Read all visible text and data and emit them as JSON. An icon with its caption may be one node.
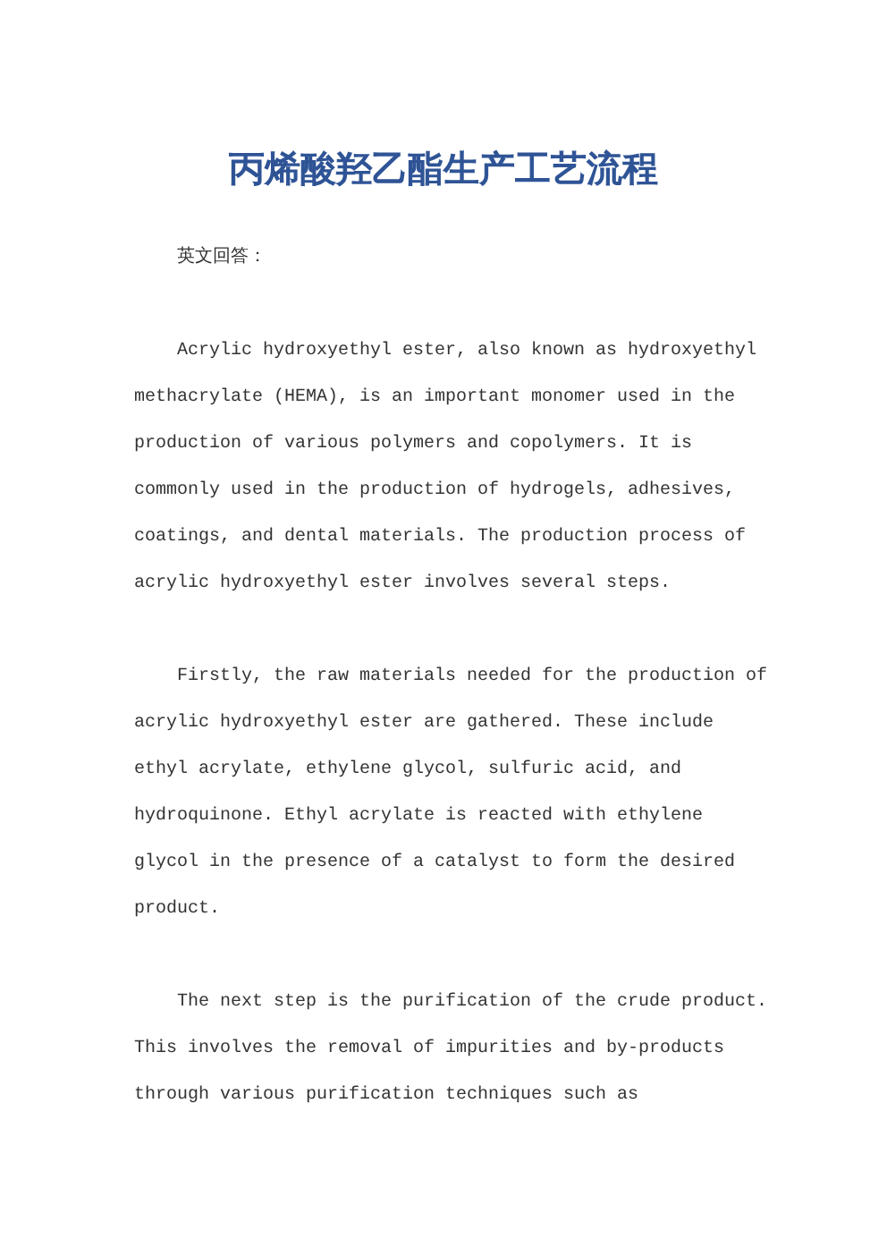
{
  "diagram": {
    "title": "丙烯酸羟乙酯生产工艺流程",
    "labels": [
      "英文回答：",
      "Acrylic hydroxyethyl ester, also known as hydroxyethyl methacrylate (HEMA), is an important monomer used in the production of various polymers and copolymers. It is commonly used in the production of hydrogels, adhesives, coatings, and dental materials. The production process of acrylic hydroxyethyl ester involves several steps.",
      "Firstly, the raw materials needed for the production of acrylic hydroxyethyl ester are gathered. These include ethyl acrylate, ethylene glycol, sulfuric acid, and hydroquinone. Ethyl acrylate is reacted with ethylene glycol in the presence of a catalyst to form the desired product.",
      "The next step is the purification of the crude product. This involves the removal of impurities and by-products through various purification techniques such as"
    ]
  }
}
